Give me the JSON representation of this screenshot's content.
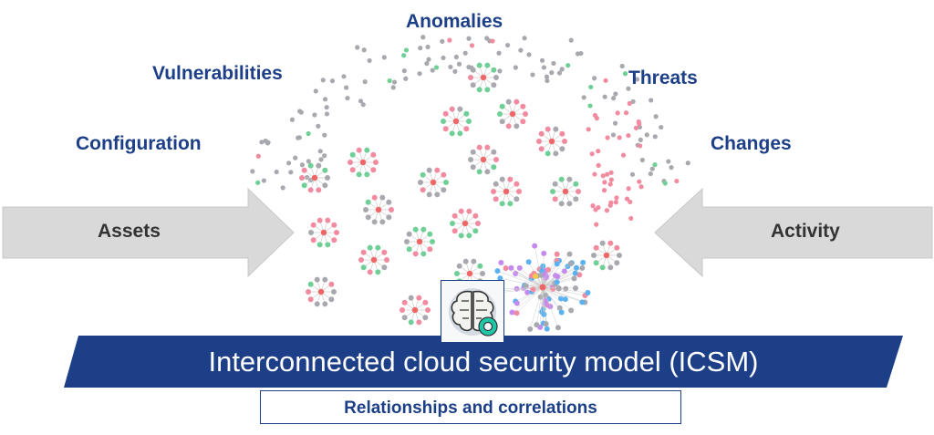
{
  "labels": {
    "anomalies": "Anomalies",
    "vulnerabilities": "Vulnerabilities",
    "threats": "Threats",
    "configuration": "Configuration",
    "changes": "Changes"
  },
  "arrows": {
    "left": "Assets",
    "right": "Activity"
  },
  "banner": {
    "title": "Interconnected cloud security model (ICSM)",
    "subtitle": "Relationships and correlations"
  },
  "icons": {
    "center": "brain-gear-icon"
  },
  "colors": {
    "navy": "#1c3f87",
    "arrow_gray": "#d9d9d9",
    "node_pink": "#f28aa0",
    "node_green": "#6fcf97",
    "node_gray": "#a7a9ae",
    "node_red": "#f06565",
    "node_blue": "#5cb2f0",
    "node_purple": "#c58af0",
    "node_yellow": "#f5c84a",
    "gear_teal": "#1fc6a8"
  }
}
